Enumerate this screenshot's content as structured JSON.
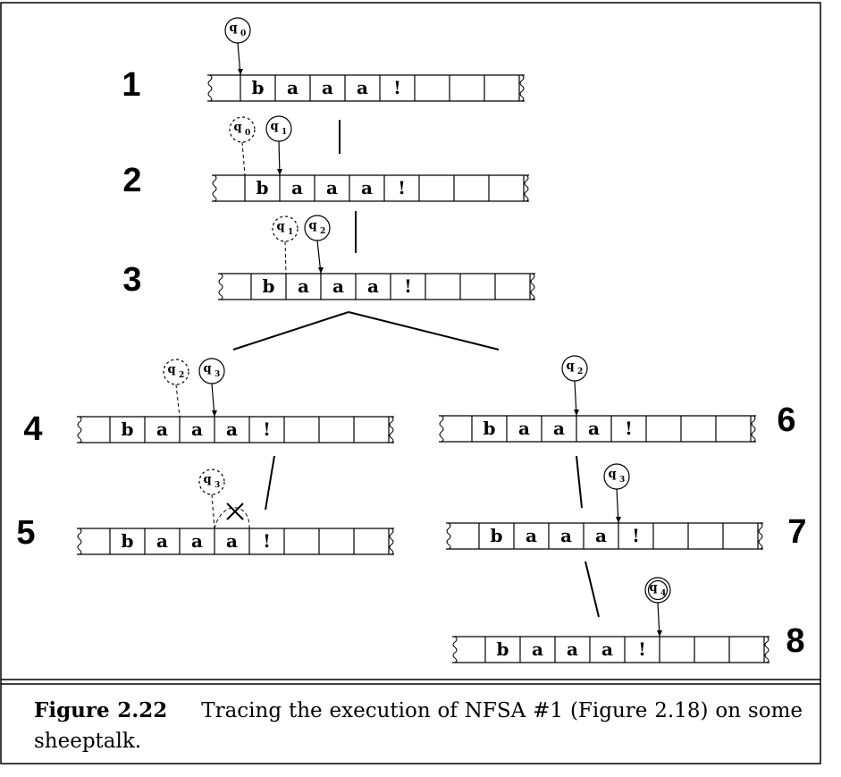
{
  "figure": {
    "caption_label": "Figure 2.22",
    "caption_text": "Tracing the execution of NFSA #1 (Figure 2.18) on some sheeptalk."
  },
  "tape_symbols": [
    "b",
    "a",
    "a",
    "a",
    "!",
    "",
    "",
    ""
  ],
  "states": {
    "q0": {
      "base": "q",
      "sub": "0"
    },
    "q1": {
      "base": "q",
      "sub": "1"
    },
    "q2": {
      "base": "q",
      "sub": "2"
    },
    "q3": {
      "base": "q",
      "sub": "3"
    },
    "q4": {
      "base": "q",
      "sub": "4"
    }
  },
  "steps": [
    {
      "number": "1",
      "current_state": "q0",
      "previous_state": null,
      "failed": false,
      "accepting": false
    },
    {
      "number": "2",
      "current_state": "q1",
      "previous_state": "q0",
      "failed": false,
      "accepting": false
    },
    {
      "number": "3",
      "current_state": "q2",
      "previous_state": "q1",
      "failed": false,
      "accepting": false
    },
    {
      "number": "4",
      "current_state": "q3",
      "previous_state": "q2",
      "failed": false,
      "accepting": false
    },
    {
      "number": "5",
      "current_state": null,
      "previous_state": "q3",
      "failed": true,
      "accepting": false
    },
    {
      "number": "6",
      "current_state": "q2",
      "previous_state": null,
      "failed": false,
      "accepting": false
    },
    {
      "number": "7",
      "current_state": "q3",
      "previous_state": null,
      "failed": false,
      "accepting": false
    },
    {
      "number": "8",
      "current_state": "q4",
      "previous_state": null,
      "failed": false,
      "accepting": true
    }
  ],
  "edges": [
    {
      "from": "1",
      "to": "2"
    },
    {
      "from": "2",
      "to": "3"
    },
    {
      "from": "3",
      "to": "4"
    },
    {
      "from": "3",
      "to": "6"
    },
    {
      "from": "4",
      "to": "5"
    },
    {
      "from": "6",
      "to": "7"
    },
    {
      "from": "7",
      "to": "8"
    }
  ]
}
